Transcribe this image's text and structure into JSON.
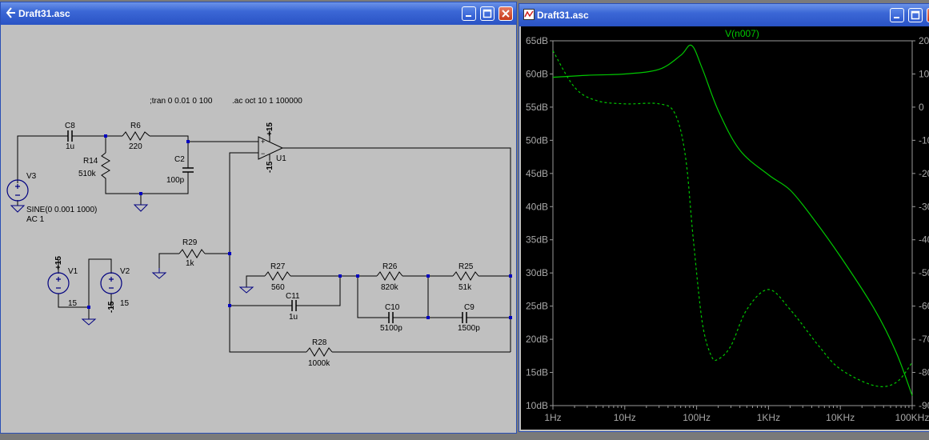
{
  "schematic_window": {
    "title": "Draft31.asc",
    "directives": {
      "tran": ";tran 0 0.01 0 100",
      "ac": ".ac oct 10 1 100000"
    },
    "components": {
      "C8": {
        "name": "C8",
        "value": "1u"
      },
      "R6": {
        "name": "R6",
        "value": "220"
      },
      "R14": {
        "name": "R14",
        "value": "510k"
      },
      "C2": {
        "name": "C2",
        "value": "100p"
      },
      "V3": {
        "name": "V3",
        "value": "SINE(0 0.001 1000)",
        "ac": "AC 1"
      },
      "U1": {
        "name": "U1",
        "vplus": "+15",
        "vminus": "-15"
      },
      "R29": {
        "name": "R29",
        "value": "1k"
      },
      "V1": {
        "name": "V1",
        "net": "+15",
        "value": "15"
      },
      "V2": {
        "name": "V2",
        "net": "-15",
        "value": "15"
      },
      "R27": {
        "name": "R27",
        "value": "560"
      },
      "R26": {
        "name": "R26",
        "value": "820k"
      },
      "R25": {
        "name": "R25",
        "value": "51k"
      },
      "C11": {
        "name": "C11",
        "value": "1u"
      },
      "C10": {
        "name": "C10",
        "value": "5100p"
      },
      "C9": {
        "name": "C9",
        "value": "1500p"
      },
      "R28": {
        "name": "R28",
        "value": "1000k"
      }
    }
  },
  "plot_window": {
    "title": "Draft31.asc",
    "trace_name": "V(n007)",
    "colors": {
      "trace": "#00c800",
      "background": "#000000",
      "axis_text": "#a8a8a8"
    },
    "chart_data": {
      "type": "line",
      "title": "V(n007)",
      "x_scale": "log",
      "x_ticks": [
        "1Hz",
        "10Hz",
        "100Hz",
        "1KHz",
        "10KHz",
        "100KHz"
      ],
      "x_tick_values": [
        1,
        10,
        100,
        1000,
        10000,
        100000
      ],
      "y_ticks": [
        "10dB",
        "15dB",
        "20dB",
        "25dB",
        "30dB",
        "35dB",
        "40dB",
        "45dB",
        "50dB",
        "55dB",
        "60dB",
        "65dB"
      ],
      "y_tick_values": [
        10,
        15,
        20,
        25,
        30,
        35,
        40,
        45,
        50,
        55,
        60,
        65
      ],
      "ylim": [
        10,
        65
      ],
      "y2_ticks": [
        "-90",
        "-80",
        "-70",
        "-60",
        "-50",
        "-40",
        "-30",
        "-20",
        "-10",
        "0",
        "10",
        "20"
      ],
      "series": [
        {
          "kind": "magnitude",
          "style": "solid",
          "unit": "dB",
          "x": [
            1,
            3,
            10,
            30,
            60,
            85,
            120,
            200,
            400,
            1000,
            2000,
            4000,
            10000,
            30000,
            60000,
            100000
          ],
          "y": [
            59.5,
            59.8,
            60.0,
            60.7,
            62.8,
            64.3,
            60.8,
            54.5,
            48.5,
            44.8,
            42.5,
            38.5,
            32.5,
            24.5,
            18.0,
            11.5
          ]
        },
        {
          "kind": "phase",
          "style": "dashed",
          "unit": "degrees",
          "x": [
            1,
            2,
            4,
            10,
            30,
            50,
            70,
            90,
            120,
            160,
            200,
            300,
            500,
            1000,
            2000,
            5000,
            10000,
            30000,
            60000,
            100000
          ],
          "y": [
            17,
            6,
            2,
            1,
            1,
            -2,
            -15,
            -40,
            -65,
            -75,
            -76,
            -72,
            -61,
            -55,
            -61,
            -72,
            -79,
            -84,
            -83,
            -77
          ]
        }
      ]
    }
  }
}
